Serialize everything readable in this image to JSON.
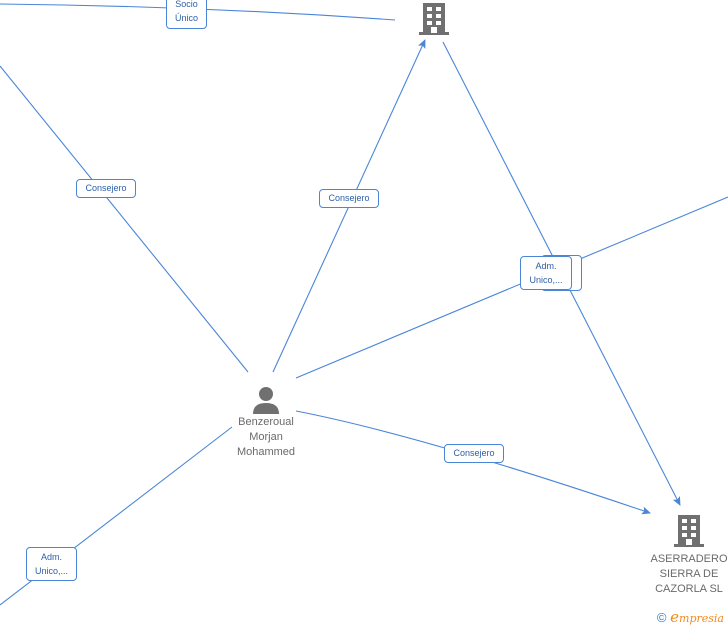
{
  "colors": {
    "edge": "#4a86d8",
    "label_text": "#2c5fa8",
    "node_icon": "#707070",
    "node_text": "#6a6a6a",
    "brand_orange": "#f08a1c",
    "brand_blue": "#2a7fc7"
  },
  "nodes": [
    {
      "id": "company-top",
      "type": "company",
      "label": ""
    },
    {
      "id": "person-benzeroual",
      "type": "person",
      "label_lines": [
        "Benzeroual",
        "Morjan",
        "Mohammed"
      ]
    },
    {
      "id": "company-aserradero",
      "type": "company",
      "label_lines": [
        "ASERRADERO",
        "SIERRA DE",
        "CAZORLA  SL"
      ]
    }
  ],
  "edge_labels": [
    {
      "id": "socio-unico",
      "lines": [
        "Socio",
        "Único"
      ]
    },
    {
      "id": "consejero-left",
      "lines": [
        "Consejero"
      ]
    },
    {
      "id": "consejero-top",
      "lines": [
        "Consejero"
      ]
    },
    {
      "id": "adm-unico-right",
      "lines": [
        "Adm.",
        "Unico,..."
      ]
    },
    {
      "id": "consejero-bottom",
      "lines": [
        "Consejero"
      ]
    },
    {
      "id": "adm-unico-bottom-left",
      "lines": [
        "Adm.",
        "Unico,..."
      ]
    }
  ],
  "brand": {
    "copyright": "©",
    "e": "e",
    "name_rest": "mpresia"
  }
}
